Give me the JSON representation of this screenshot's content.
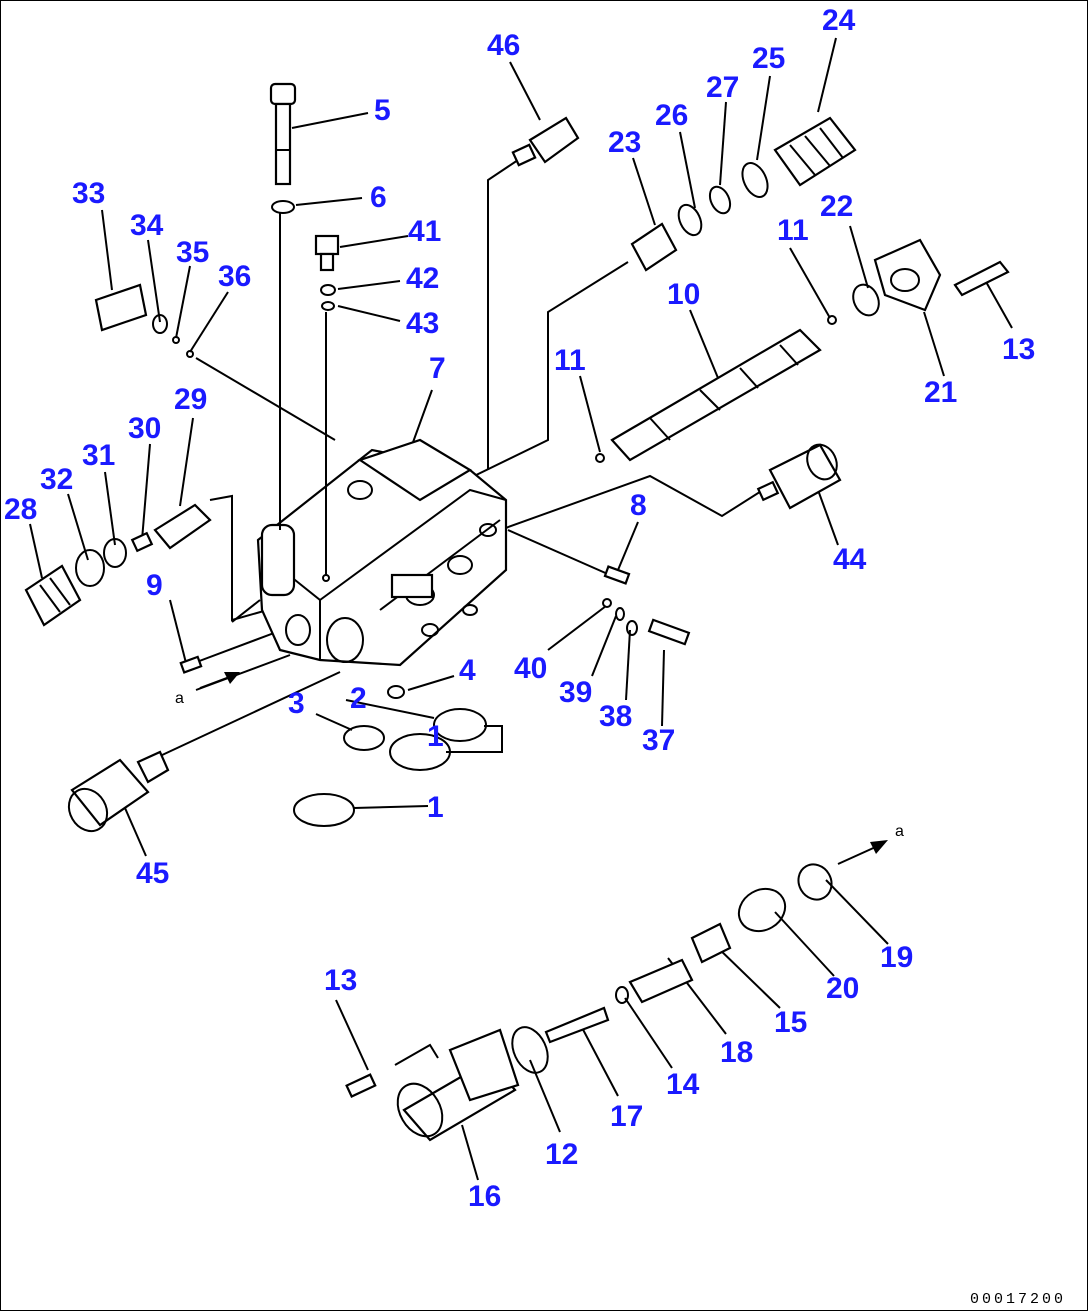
{
  "diagram": {
    "figure_code": "00017200",
    "callouts": [
      {
        "id": "c1a",
        "label": "1"
      },
      {
        "id": "c1b",
        "label": "1"
      },
      {
        "id": "c2",
        "label": "2"
      },
      {
        "id": "c3",
        "label": "3"
      },
      {
        "id": "c4",
        "label": "4"
      },
      {
        "id": "c5",
        "label": "5"
      },
      {
        "id": "c6",
        "label": "6"
      },
      {
        "id": "c7",
        "label": "7"
      },
      {
        "id": "c8",
        "label": "8"
      },
      {
        "id": "c9",
        "label": "9"
      },
      {
        "id": "c10",
        "label": "10"
      },
      {
        "id": "c11a",
        "label": "11"
      },
      {
        "id": "c11b",
        "label": "11"
      },
      {
        "id": "c12",
        "label": "12"
      },
      {
        "id": "c13a",
        "label": "13"
      },
      {
        "id": "c13b",
        "label": "13"
      },
      {
        "id": "c14",
        "label": "14"
      },
      {
        "id": "c15",
        "label": "15"
      },
      {
        "id": "c16",
        "label": "16"
      },
      {
        "id": "c17",
        "label": "17"
      },
      {
        "id": "c18",
        "label": "18"
      },
      {
        "id": "c19",
        "label": "19"
      },
      {
        "id": "c20",
        "label": "20"
      },
      {
        "id": "c21",
        "label": "21"
      },
      {
        "id": "c22",
        "label": "22"
      },
      {
        "id": "c23",
        "label": "23"
      },
      {
        "id": "c24",
        "label": "24"
      },
      {
        "id": "c25",
        "label": "25"
      },
      {
        "id": "c26",
        "label": "26"
      },
      {
        "id": "c27",
        "label": "27"
      },
      {
        "id": "c28",
        "label": "28"
      },
      {
        "id": "c29",
        "label": "29"
      },
      {
        "id": "c30",
        "label": "30"
      },
      {
        "id": "c31",
        "label": "31"
      },
      {
        "id": "c32",
        "label": "32"
      },
      {
        "id": "c33",
        "label": "33"
      },
      {
        "id": "c34",
        "label": "34"
      },
      {
        "id": "c35",
        "label": "35"
      },
      {
        "id": "c36",
        "label": "36"
      },
      {
        "id": "c37",
        "label": "37"
      },
      {
        "id": "c38",
        "label": "38"
      },
      {
        "id": "c39",
        "label": "39"
      },
      {
        "id": "c40",
        "label": "40"
      },
      {
        "id": "c41",
        "label": "41"
      },
      {
        "id": "c42",
        "label": "42"
      },
      {
        "id": "c43",
        "label": "43"
      },
      {
        "id": "c44",
        "label": "44"
      },
      {
        "id": "c45",
        "label": "45"
      },
      {
        "id": "c46",
        "label": "46"
      }
    ]
  }
}
